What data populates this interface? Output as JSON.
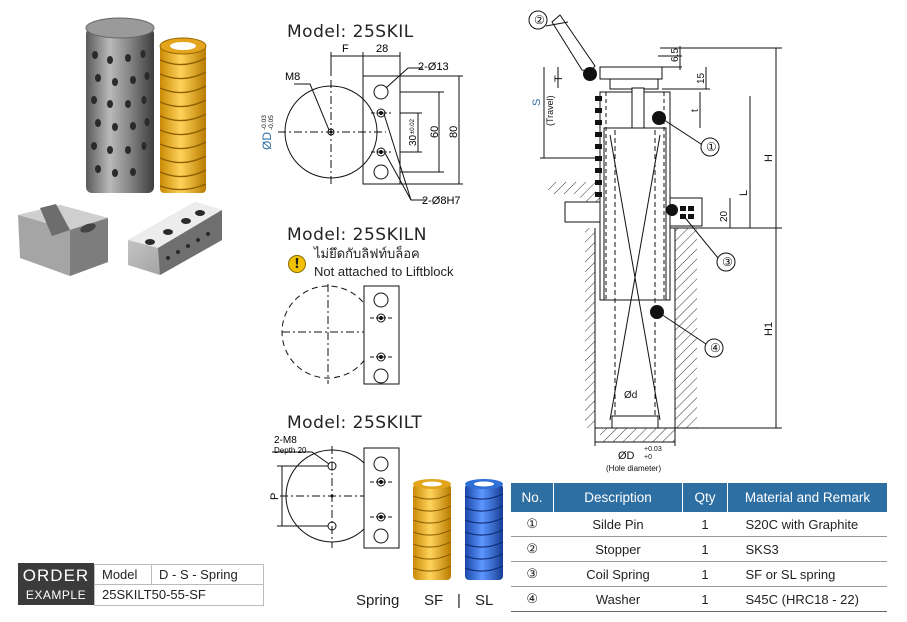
{
  "models": {
    "skil": {
      "title": "Model: 25SKIL",
      "dims": {
        "f": "F",
        "w28": "28",
        "hole13": "2-Ø13",
        "m8": "M8",
        "d": "ØD",
        "d_tol_plus": "-0.03",
        "d_tol_minus": "-0.05",
        "d30": "30",
        "d30_tol": "±0.02",
        "d60": "60",
        "d80": "80",
        "hole8": "2-Ø8H7"
      }
    },
    "skiln": {
      "title": "Model: 25SKILN",
      "note_thai": "ไม่ยึดกับลิฟท์บล็อค",
      "note_en": "Not attached to Liftblock"
    },
    "skilt": {
      "title": "Model: 25SKILT",
      "dims": {
        "m8": "2-M8",
        "depth": "Depth 20",
        "p": "P"
      }
    }
  },
  "assembly": {
    "labels": {
      "t": "T",
      "s": "S",
      "travel": "(Travel)",
      "d65": "6.5",
      "d15": "15",
      "t_small": "t",
      "h": "H",
      "l": "L",
      "d20": "20",
      "h1": "H1",
      "phi_d": "Ød",
      "phi_D": "ØD",
      "tol_plus": "+0.03",
      "tol_zero": "+0",
      "hole_diameter": "(Hole diameter)"
    },
    "callouts": [
      "①",
      "②",
      "③",
      "④"
    ]
  },
  "springs": {
    "label": "Spring",
    "sf": "SF",
    "sep": "|",
    "sl": "SL"
  },
  "order": {
    "title": "ORDER",
    "subtitle": "EXAMPLE",
    "model_label": "Model",
    "format": "D - S - Spring",
    "example": "25SKILT50-55-SF"
  },
  "table": {
    "headers": [
      "No.",
      "Description",
      "Qty",
      "Material and Remark"
    ],
    "rows": [
      {
        "no": "①",
        "desc": "Silde Pin",
        "qty": "1",
        "material": "S20C with Graphite"
      },
      {
        "no": "②",
        "desc": "Stopper",
        "qty": "1",
        "material": "SKS3"
      },
      {
        "no": "③",
        "desc": "Coil Spring",
        "qty": "1",
        "material": "SF or SL spring"
      },
      {
        "no": "④",
        "desc": "Washer",
        "qty": "1",
        "material": "S45C (HRC18 - 22)"
      }
    ]
  },
  "colors": {
    "header_blue": "#2d6ea3",
    "spring_yellow": "#f2b12a",
    "spring_blue": "#2f6fd6",
    "order_dark": "#3b3b3b",
    "dim_blue": "#2d6ea3"
  }
}
